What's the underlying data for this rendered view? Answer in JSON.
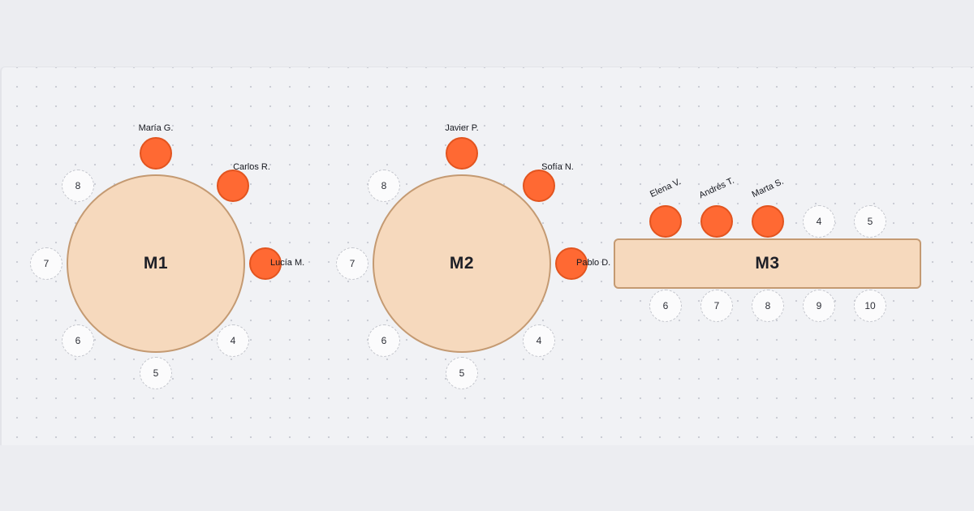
{
  "tables": {
    "m1": {
      "label": "M1",
      "seats": {
        "s4": "4",
        "s5": "5",
        "s6": "6",
        "s7": "7",
        "s8": "8"
      },
      "guests": {
        "g1": "María G.",
        "g2": "Carlos R.",
        "g3": "Lucía M."
      }
    },
    "m2": {
      "label": "M2",
      "seats": {
        "s4": "4",
        "s5": "5",
        "s6": "6",
        "s7": "7",
        "s8": "8"
      },
      "guests": {
        "g1": "Javier P.",
        "g2": "Sofía N.",
        "g3": "Pablo D."
      }
    },
    "m3": {
      "label": "M3",
      "seats": {
        "s4": "4",
        "s5": "5",
        "s6": "6",
        "s7": "7",
        "s8": "8",
        "s9": "9",
        "s10": "10"
      },
      "guests": {
        "g1": "Elena V.",
        "g2": "Andrés T.",
        "g3": "Marta S."
      }
    }
  },
  "colors": {
    "table_fill": "#f6d9bd",
    "table_border": "#c49a72",
    "occupied_seat": "#ff6933",
    "empty_seat": "#fbfbfc"
  }
}
